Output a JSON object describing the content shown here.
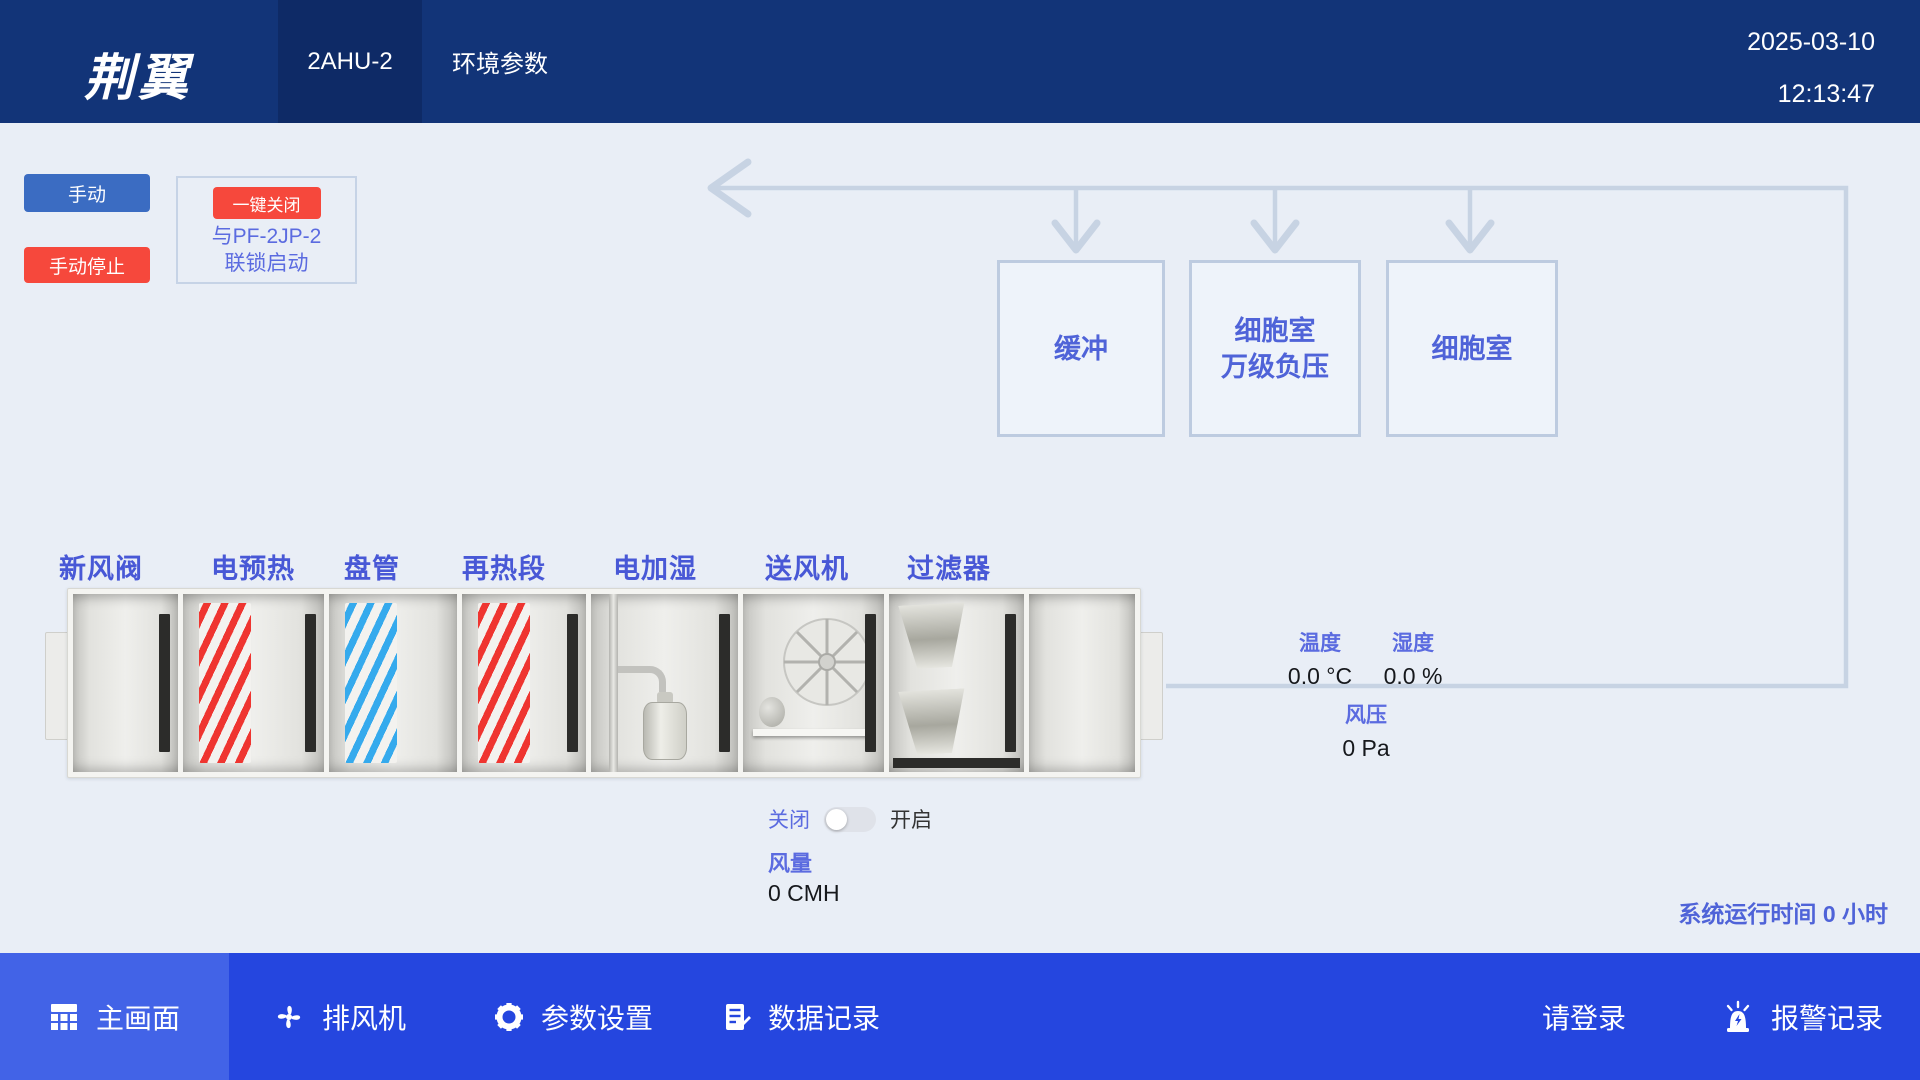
{
  "header": {
    "logo": "荆翼",
    "tabs": [
      {
        "label": "2AHU-2",
        "active": true
      },
      {
        "label": "环境参数",
        "active": false
      }
    ],
    "date": "2025-03-10",
    "time": "12:13:47"
  },
  "controls": {
    "manual_button": "手动",
    "manual_stop_button": "手动停止",
    "one_key_close_button": "一键关闭",
    "interlock_line1": "与PF-2JP-2",
    "interlock_line2": "联锁启动"
  },
  "rooms": [
    {
      "line1": "缓冲",
      "line2": ""
    },
    {
      "line1": "细胞室",
      "line2": "万级负压"
    },
    {
      "line1": "细胞室",
      "line2": ""
    }
  ],
  "ahu": {
    "section_labels": [
      "新风阀",
      "电预热",
      "盘管",
      "再热段",
      "电加湿",
      "送风机",
      "过滤器"
    ]
  },
  "readings": {
    "temperature_label": "温度",
    "temperature_value": "0.0 °C",
    "humidity_label": "湿度",
    "humidity_value": "0.0 %",
    "pressure_label": "风压",
    "pressure_value": "0 Pa",
    "airflow_label": "风量",
    "airflow_value": "0 CMH"
  },
  "toggle": {
    "off_label": "关闭",
    "on_label": "开启",
    "state": "off"
  },
  "runtime": {
    "label": "系统运行时间",
    "value": "0",
    "unit": "小时"
  },
  "nav": {
    "items": [
      {
        "label": "主画面",
        "icon": "grid-icon",
        "active": true
      },
      {
        "label": "排风机",
        "icon": "fan-icon",
        "active": false
      },
      {
        "label": "参数设置",
        "icon": "gear-icon",
        "active": false
      },
      {
        "label": "数据记录",
        "icon": "records-icon",
        "active": false
      }
    ],
    "login_label": "请登录",
    "alarm_label": "报警记录"
  },
  "colors": {
    "header_bg": "#123478",
    "header_tab_active_bg": "#0e2a66",
    "nav_bg": "#2546df",
    "nav_active_bg": "#4263e7",
    "accent_blue": "#5b6be0",
    "label_blue": "#4858d6",
    "manual_button": "#3b6cc2",
    "stop_button": "#f6483c",
    "duct_line": "#c7d3e3",
    "coil_hot": "#ef3530",
    "coil_cold": "#35aaed",
    "main_bg": "#e9eef6"
  }
}
